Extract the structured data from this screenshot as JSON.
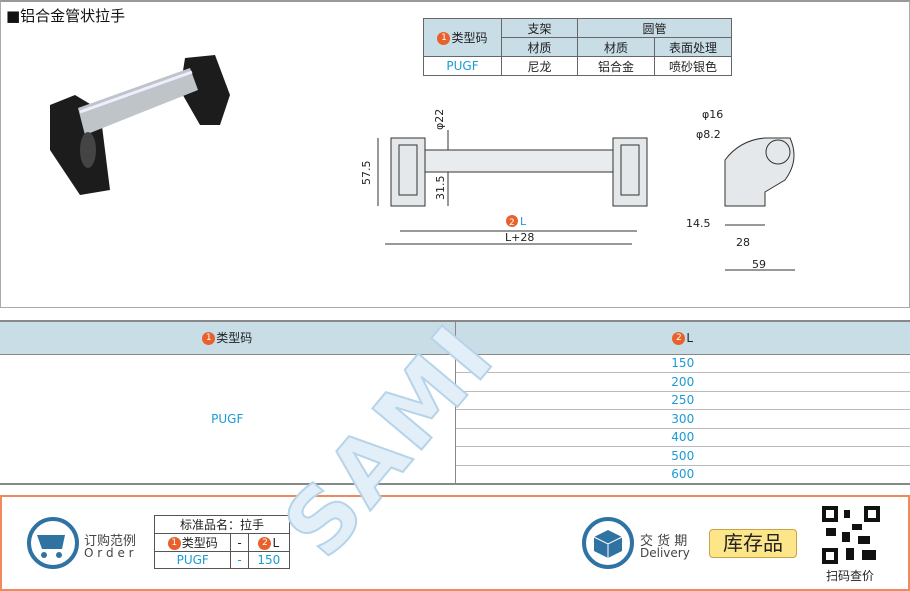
{
  "title": "■铝合金管状拉手",
  "spec_table": {
    "type_code": "类型码",
    "bracket": "支架",
    "tube": "圆管",
    "material": "材质",
    "surface": "表面处理",
    "row": {
      "code": "PUGF",
      "bracket_material": "尼龙",
      "tube_material": "铝合金",
      "surface": "喷砂银色"
    }
  },
  "drawing": {
    "d22": "φ22",
    "h575": "57.5",
    "h315": "31.5",
    "L": "L",
    "L28": "L+28",
    "d16": "φ16",
    "d82": "φ8.2",
    "w145": "14.5",
    "w28": "28",
    "w59": "59"
  },
  "main_table": {
    "col1": "类型码",
    "col2": "L",
    "code": "PUGF",
    "L_values": [
      "150",
      "200",
      "250",
      "300",
      "400",
      "500",
      "600"
    ]
  },
  "watermark": "SAMI",
  "order": {
    "label_cn": "订购范例",
    "label_en": "O r d e r",
    "std_name": "标准品名：拉手",
    "type_code": "类型码",
    "dash": "-",
    "L": "L",
    "code": "PUGF",
    "L_value": "150"
  },
  "delivery": {
    "label_cn": "交 货 期",
    "label_en": "Delivery",
    "stock": "库存品"
  },
  "qr_label": "扫码查价",
  "colors": {
    "accent": "#e8612c",
    "blue": "#1a9ad6",
    "header": "#c9dde7",
    "border_orange": "#f08a5d"
  }
}
